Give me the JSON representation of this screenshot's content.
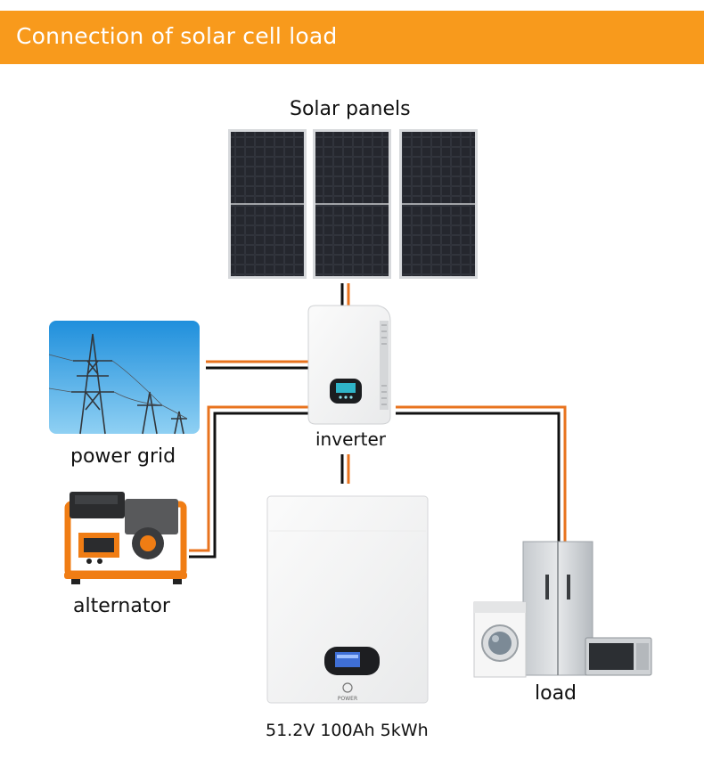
{
  "header": {
    "title": "Connection of solar cell load"
  },
  "labels": {
    "solar_panels": "Solar panels",
    "inverter": "inverter",
    "power_grid": "power grid",
    "alternator": "alternator",
    "load": "load",
    "battery_spec": "51.2V  100Ah  5kWh",
    "battery_brand": "POWER"
  },
  "colors": {
    "header": "#f89a1c",
    "wire_orange": "#e8731e",
    "wire_black": "#111111",
    "sky": "#3aa4e0",
    "generator": "#f07d14"
  },
  "icons": [
    "solar-panel-icon",
    "inverter-icon",
    "power-grid-icon",
    "alternator-icon",
    "battery-icon",
    "washing-machine-icon",
    "refrigerator-icon",
    "microwave-icon"
  ]
}
